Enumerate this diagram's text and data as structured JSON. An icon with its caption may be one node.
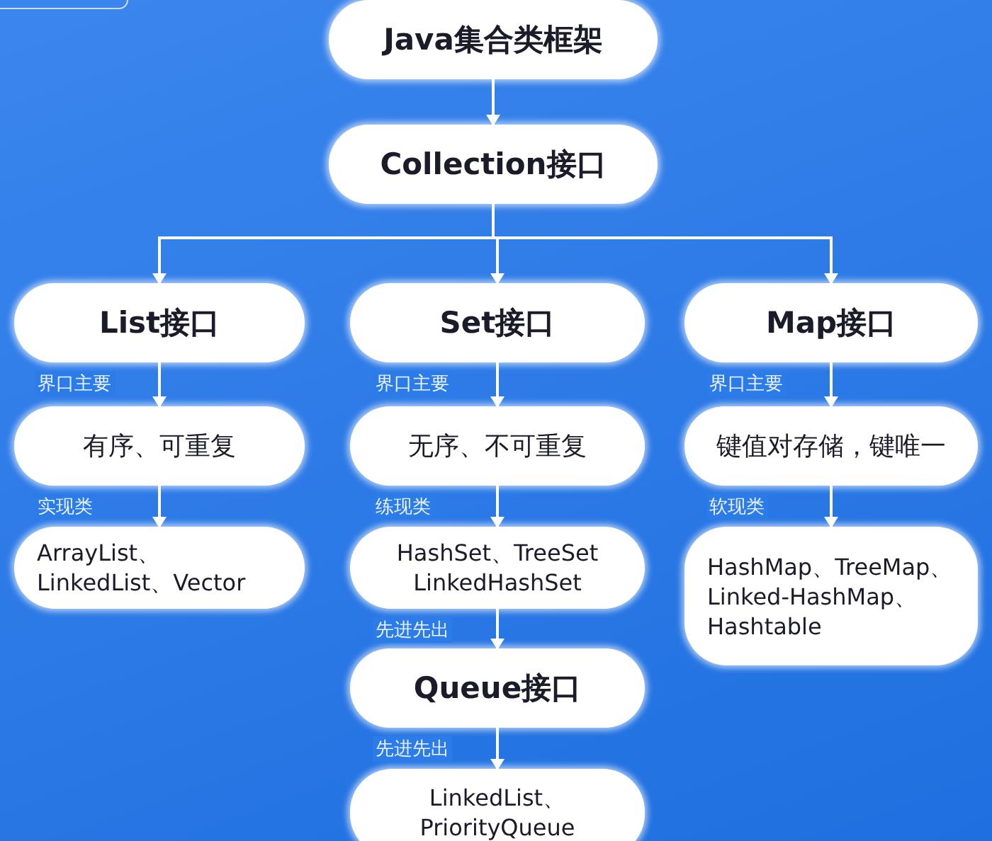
{
  "diagram": {
    "nodes": [
      {
        "text": [
          "Java集合类框架"
        ]
      },
      {
        "text": [
          "Collection接口"
        ]
      },
      {
        "text": [
          "List接口"
        ]
      },
      {
        "text": [
          "Set接口"
        ]
      },
      {
        "text": [
          "Map接口"
        ]
      },
      {
        "text": [
          "有序、可重复"
        ]
      },
      {
        "text": [
          "无序、不可重复"
        ]
      },
      {
        "text": [
          "键值对存储，键唯一"
        ]
      },
      {
        "text": [
          "ArrayList、LinkedList、Vector"
        ]
      },
      {
        "text": [
          "HashSet、TreeSet LinkedHashSet"
        ]
      },
      {
        "text": [
          "HashMap、TreeMap、Linked-HashMap、Hashtable"
        ]
      },
      {
        "text": [
          "Queue接口"
        ]
      },
      {
        "text": [
          "LinkedList、PriorityQueue"
        ]
      }
    ],
    "edges": [
      {
        "from": 0,
        "to": 1,
        "arrow": "to"
      },
      {
        "from": 1,
        "to": 2,
        "arrow": "to"
      },
      {
        "from": 1,
        "to": 3,
        "arrow": "to"
      },
      {
        "from": 1,
        "to": 4,
        "arrow": "to"
      },
      {
        "from": 2,
        "to": 5,
        "arrow": "to",
        "label": "界口主要"
      },
      {
        "from": 5,
        "to": 8,
        "arrow": "to",
        "label": "实现类"
      },
      {
        "from": 3,
        "to": 6,
        "arrow": "to",
        "label": "界口主要"
      },
      {
        "from": 6,
        "to": 9,
        "arrow": "to",
        "label": "练现类"
      },
      {
        "from": 4,
        "to": 7,
        "arrow": "to",
        "label": "界口主要"
      },
      {
        "from": 7,
        "to": 10,
        "arrow": "to",
        "label": "软现类"
      },
      {
        "from": 9,
        "to": 11,
        "arrow": "to",
        "label": "先进先出"
      },
      {
        "from": 11,
        "to": 12,
        "arrow": "to",
        "label": "先进先出"
      }
    ]
  }
}
